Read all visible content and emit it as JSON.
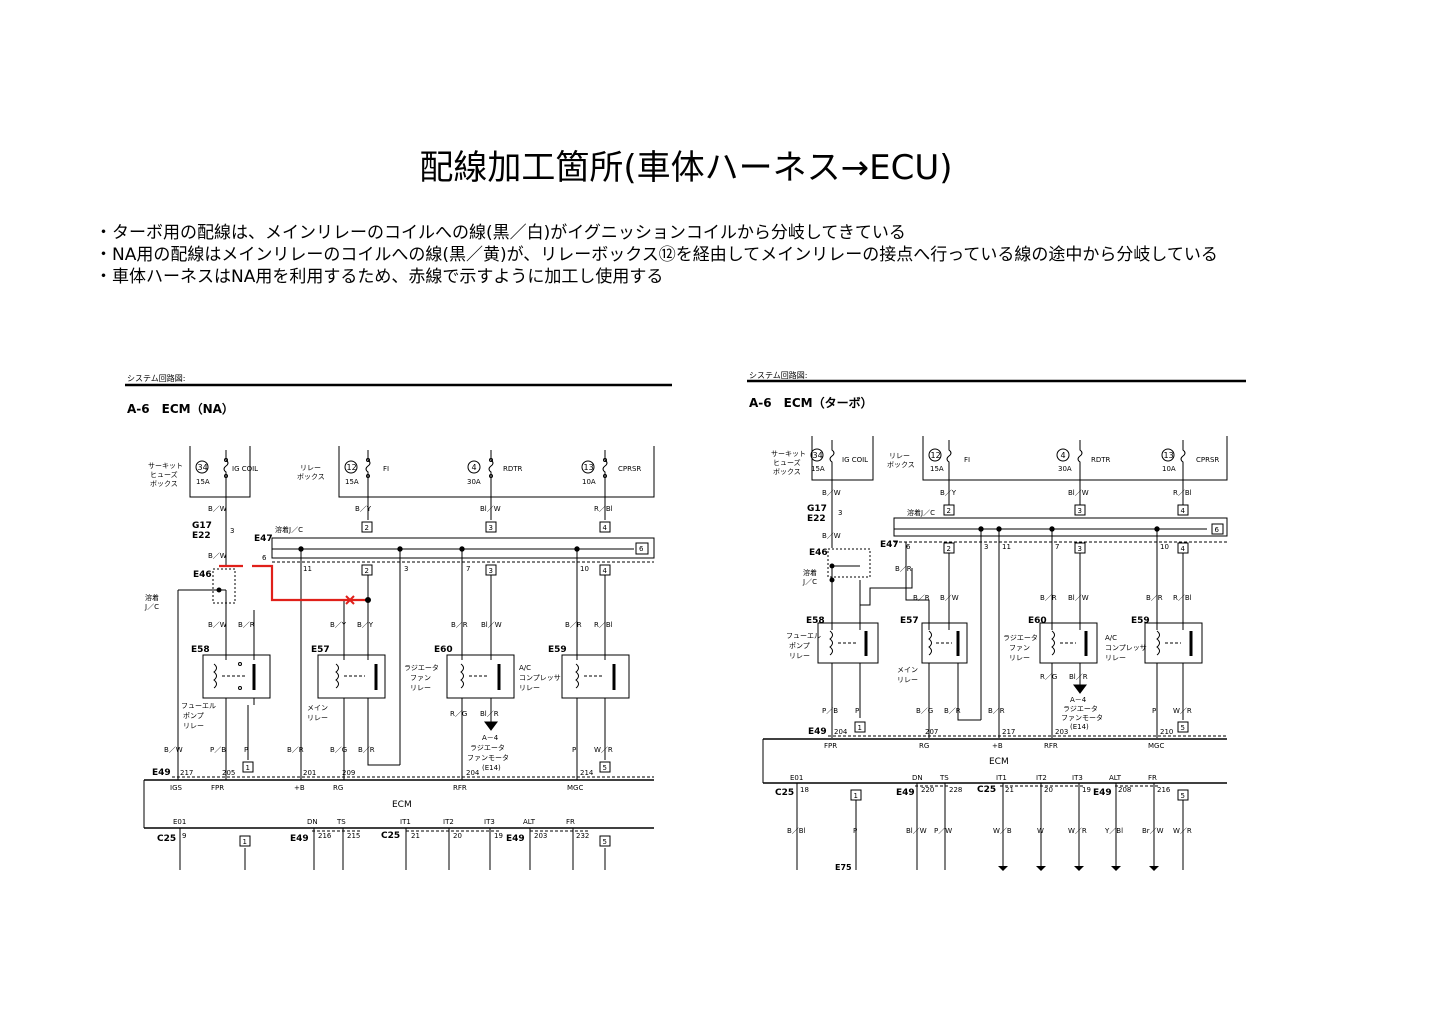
{
  "title": "配線加工箇所(車体ハーネス→ECU)",
  "notes": [
    "・ターボ用の配線は、メインリレーのコイルへの線(黒／白)がイグニッションコイルから分岐してきている",
    "・NA用の配線はメインリレーのコイルへの線(黒／黄)が、リレーボックス⑫を経由してメインリレーの接点へ行っている線の途中から分岐している",
    "・車体ハーネスはNA用を利用するため、赤線で示すように加工し使用する"
  ],
  "left": {
    "caption": "システム回路図:",
    "heading": "A-6　ECM（NA）",
    "fuse_box": [
      "サーキット",
      "ヒューズ",
      "ボックス"
    ],
    "relay_box": [
      "リレー",
      "ボックス"
    ],
    "fuses": [
      {
        "num": "34",
        "amp": "15A",
        "name": "IG COIL"
      },
      {
        "num": "12",
        "amp": "15A",
        "name": "FI"
      },
      {
        "num": "4",
        "amp": "30A",
        "name": "RDTR"
      },
      {
        "num": "13",
        "amp": "10A",
        "name": "CPRSR"
      }
    ],
    "wires": [
      "B／W",
      "B／Y",
      "Bl／W",
      "R／Bl"
    ],
    "conn_nums": [
      "2",
      "3",
      "4",
      "6",
      "2",
      "3",
      "4",
      "1",
      "5",
      "1",
      "5"
    ],
    "g17": "G17",
    "e22": "E22",
    "e47": "E47",
    "e46": "E46",
    "jc": "溶着J／C",
    "jc_split": [
      "溶着",
      "J／C"
    ],
    "relays": [
      {
        "id": "E58",
        "name": [
          "フューエル",
          "ポンプ",
          "リレー"
        ]
      },
      {
        "id": "E57",
        "name": [
          "メイン",
          "リレー"
        ]
      },
      {
        "id": "E60",
        "name": [
          "ラジエータ",
          "ファン",
          "リレー"
        ]
      },
      {
        "id": "E59",
        "name": []
      }
    ],
    "ac_relay": [
      "A/C",
      "コンプレッサ",
      "リレー"
    ],
    "fan_motor": [
      "A－4",
      "ラジエータ",
      "ファンモータ",
      "(E14)"
    ],
    "bottom_wires": [
      "B／W",
      "P／B",
      "P",
      "B／R",
      "B／G",
      "B／R",
      "R／G",
      "Bl／R",
      "P",
      "W／R"
    ],
    "mid_wires": [
      "B／W",
      "B／R",
      "B／Y",
      "B／Y",
      "B／R",
      "Bl／W",
      "B／R",
      "R／Bl"
    ],
    "e49": "E49",
    "pins_top": [
      "217",
      "205",
      "201",
      "209",
      "204",
      "214"
    ],
    "ecm_top": [
      "IGS",
      "FPR",
      "+B",
      "RG",
      "RFR",
      "MGC"
    ],
    "ecm": "ECM",
    "ecm_bottom": [
      "E01",
      "DN",
      "TS",
      "IT1",
      "IT2",
      "IT3",
      "ALT",
      "FR"
    ],
    "c25": "C25",
    "pins_bottom": [
      "9",
      "216",
      "215",
      "21",
      "20",
      "19",
      "203",
      "232"
    ],
    "pin_nums": [
      "3",
      "1",
      "4",
      "2",
      "11",
      "3",
      "7",
      "10",
      "6",
      "5",
      "7",
      "3"
    ]
  },
  "right": {
    "caption": "システム回路図:",
    "heading": "A-6　ECM（ターボ）",
    "wires": [
      "B／W",
      "B／Y",
      "Bl／W",
      "R／Bl"
    ],
    "relays": [
      {
        "id": "E58",
        "name": [
          "フューエル",
          "ポンプ",
          "リレー"
        ]
      },
      {
        "id": "E57",
        "name": [
          "メイン",
          "リレー"
        ]
      },
      {
        "id": "E60",
        "name": [
          "ラジエータ",
          "ファン",
          "リレー"
        ]
      },
      {
        "id": "E59",
        "name": []
      }
    ],
    "ac_relay": [
      "A/C",
      "コンプレッサ",
      "リレー"
    ],
    "fan_motor": [
      "A－4",
      "ラジエータ",
      "ファンモータ",
      "(E14)"
    ],
    "bottom_wires": [
      "P／B",
      "B／G",
      "B／R",
      "B／R",
      "P",
      "W／R"
    ],
    "mid_wires": [
      "B／R",
      "B／W",
      "B／R",
      "B／R",
      "Bl／W",
      "B／R",
      "R／Bl"
    ],
    "e49": "E49",
    "pins_top": [
      "204",
      "207",
      "217",
      "203",
      "210"
    ],
    "ecm_top": [
      "FPR",
      "RG",
      "+B",
      "RFR",
      "MGC"
    ],
    "ecm": "ECM",
    "ecm_bottom": [
      "E01",
      "DN",
      "TS",
      "IT1",
      "IT2",
      "IT3",
      "ALT",
      "FR"
    ],
    "c25": "C25",
    "pins_bottom": [
      "18",
      "220",
      "228",
      "21",
      "20",
      "19",
      "208",
      "216"
    ],
    "bot_wires2": [
      "B／Bl",
      "P",
      "Bl／W",
      "P／W",
      "W／B",
      "W",
      "W／R",
      "Y／Bl",
      "Br／W",
      "W／R"
    ],
    "e75": "E75"
  },
  "colors": {
    "modify": "#e0201a",
    "line": "#000000"
  }
}
